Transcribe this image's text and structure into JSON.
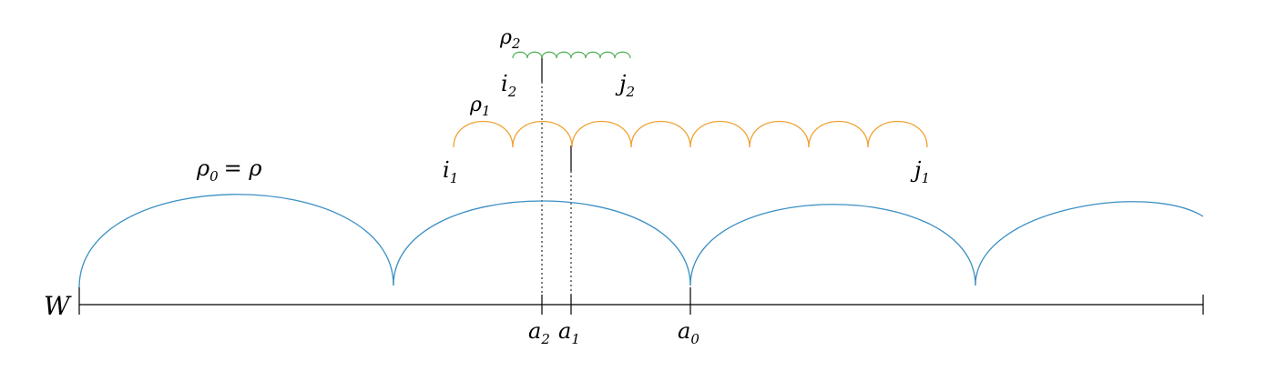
{
  "labels": {
    "W": "W",
    "rho0": "ρ",
    "rho0_sub": "0",
    "rho0_eq": "= ρ",
    "rho1": "ρ",
    "rho1_sub": "1",
    "rho2": "ρ",
    "rho2_sub": "2",
    "i1": "i",
    "i1_sub": "1",
    "j1": "j",
    "j1_sub": "1",
    "i2": "i",
    "i2_sub": "2",
    "j2": "j",
    "j2_sub": "2",
    "a0": "a",
    "a0_sub": "0",
    "a1": "a",
    "a1_sub": "1",
    "a2": "a",
    "a2_sub": "2"
  },
  "colors": {
    "rho0": "#3a8fc4",
    "rho1": "#f0a030",
    "rho2": "#4caf50",
    "axis": "#000000"
  }
}
